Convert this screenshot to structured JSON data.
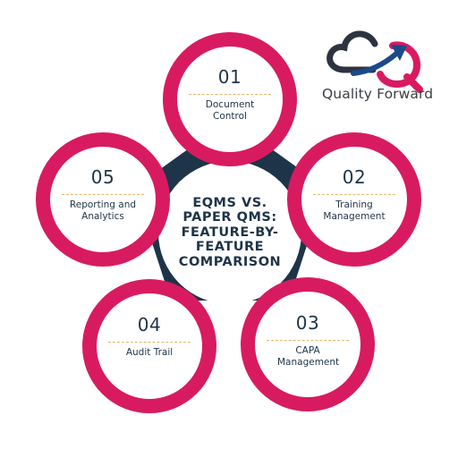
{
  "title": "EQMS VS. PAPER QMS: FEATURE-BY-FEATURE COMPARISON",
  "logo": {
    "name": "Quality Forward"
  },
  "features": [
    {
      "number": "01",
      "label": "Document Control"
    },
    {
      "number": "02",
      "label": "Training Management"
    },
    {
      "number": "03",
      "label": "CAPA Management"
    },
    {
      "number": "04",
      "label": "Audit Trail"
    },
    {
      "number": "05",
      "label": "Reporting and Analytics"
    }
  ],
  "colors": {
    "ring": "#d81b60",
    "pentagon": "#1e3448",
    "text": "#1e3448",
    "divider": "#e5b66a",
    "logo_dark": "#2d3440",
    "logo_accent": "#d81b60",
    "logo_arrow": "#1b4a8a"
  }
}
